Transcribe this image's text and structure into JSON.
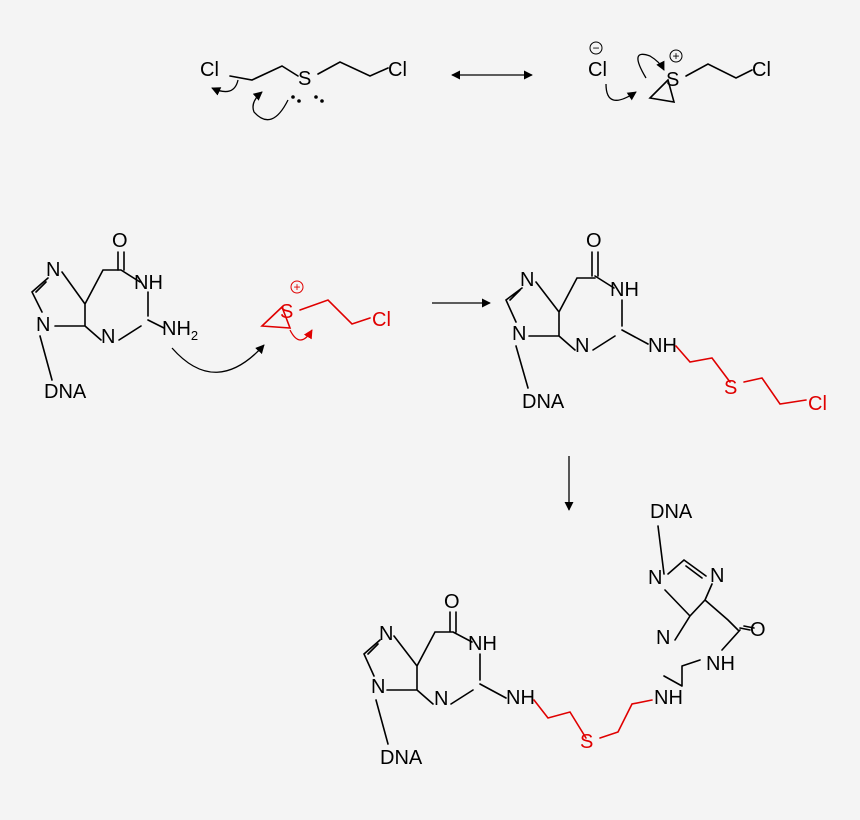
{
  "labels": {
    "cl": "Cl",
    "s": "S",
    "o": "O",
    "n": "N",
    "nh": "NH",
    "nh2": "NH",
    "sub2": "2",
    "dna": "DNA",
    "plus": "+",
    "minus": "−"
  },
  "colors": {
    "bond": "#000000",
    "highlight": "#e00000",
    "background": "#f4f4f4"
  }
}
